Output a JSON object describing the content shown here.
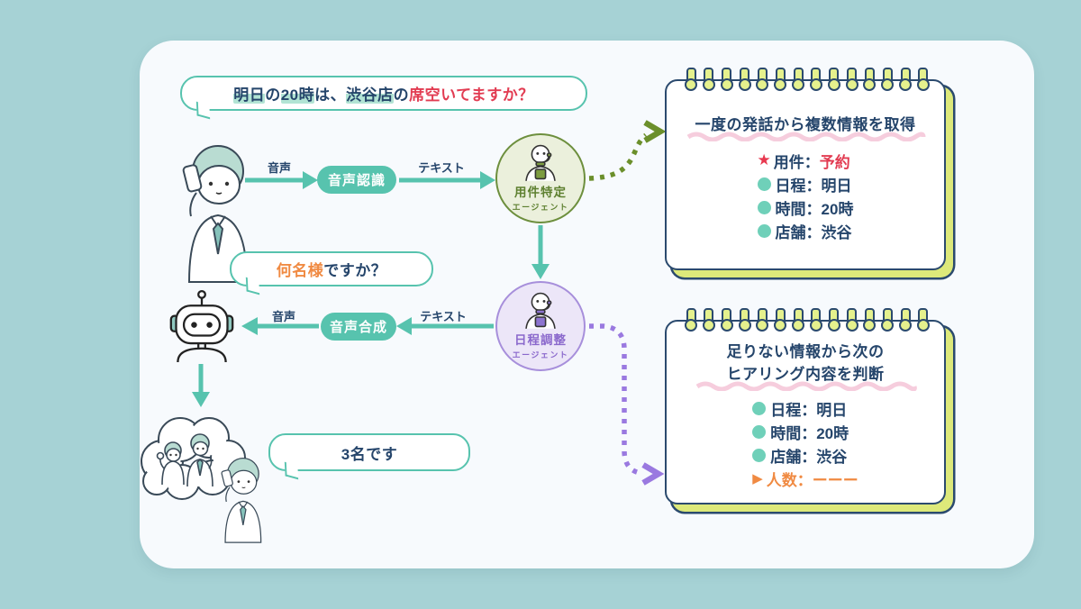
{
  "scene": {
    "background_color": "#a6d2d5",
    "card_color": "#f7fafd",
    "accent_teal": "#57c3ae",
    "navy_text": "#25456b",
    "olive_green": "#6d8f3d",
    "purple": "#9a79e0",
    "red": "#e23c52",
    "orange": "#f08a42"
  },
  "bubbles": {
    "customer_request": {
      "segments": [
        {
          "text": "明日",
          "style": "highlight"
        },
        {
          "text": "の",
          "style": "normal"
        },
        {
          "text": "20時",
          "style": "highlight"
        },
        {
          "text": "は、",
          "style": "normal"
        },
        {
          "text": "渋谷店",
          "style": "highlight"
        },
        {
          "text": "の",
          "style": "normal"
        },
        {
          "text": "席空いてますか？",
          "style": "red"
        }
      ]
    },
    "agent_question": {
      "segments": [
        {
          "text": "何名様",
          "style": "orange"
        },
        {
          "text": "ですか？",
          "style": "normal"
        }
      ]
    },
    "customer_answer": {
      "text": "3名です"
    }
  },
  "flow": {
    "voice_label_top": "音声",
    "text_label_top": "テキスト",
    "asr_pill": "音声認識",
    "voice_label_bottom": "音声",
    "text_label_bottom": "テキスト",
    "tts_pill": "音声合成"
  },
  "agents": [
    {
      "name": "用件特定",
      "role": "エージェント"
    },
    {
      "name": "日程調整",
      "role": "エージェント"
    }
  ],
  "notepads": [
    {
      "title_line1": "一度の発話から複数情報を取得",
      "title_line2": "",
      "items": [
        {
          "bullet": "star",
          "label": "用件：",
          "value": "予約"
        },
        {
          "bullet": "dot",
          "label": "日程：",
          "value": "明日"
        },
        {
          "bullet": "dot",
          "label": "時間：",
          "value": "20時"
        },
        {
          "bullet": "dot",
          "label": "店舗：",
          "value": "渋谷"
        }
      ]
    },
    {
      "title_line1": "足りない情報から次の",
      "title_line2": "ヒアリング内容を判断",
      "items": [
        {
          "bullet": "dot",
          "label": "日程：",
          "value": "明日"
        },
        {
          "bullet": "dot",
          "label": "時間：",
          "value": "20時"
        },
        {
          "bullet": "dot",
          "label": "店舗：",
          "value": "渋谷"
        },
        {
          "bullet": "triangle",
          "label": "人数：",
          "value": "ーーー"
        }
      ]
    }
  ],
  "icons": {
    "star": "★",
    "triangle": "▶"
  }
}
